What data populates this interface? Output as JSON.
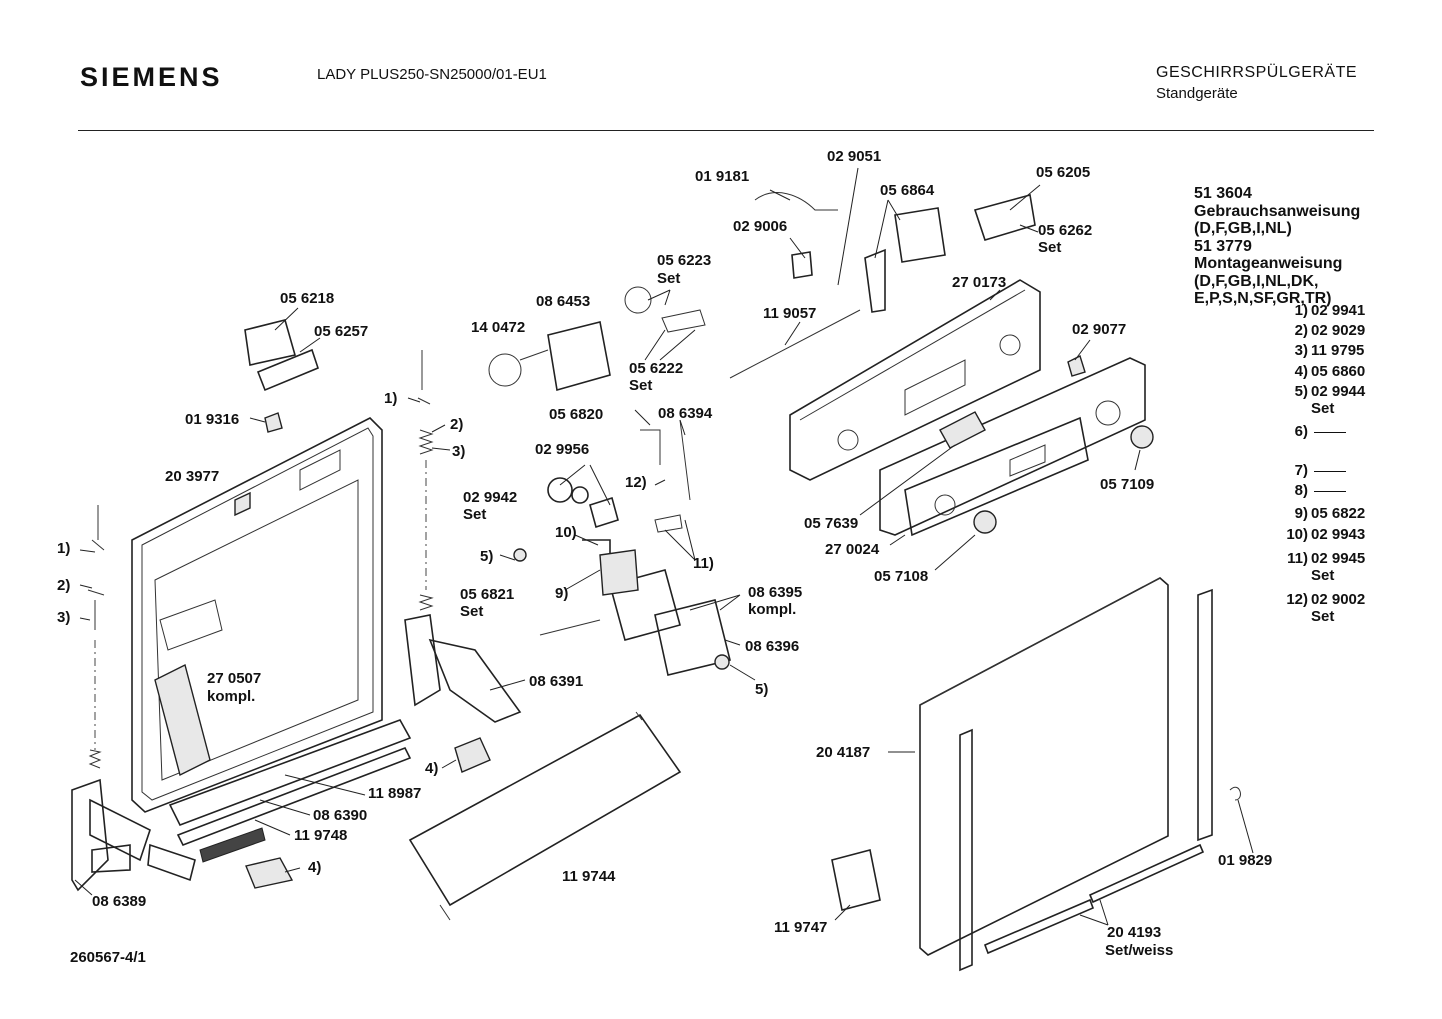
{
  "header": {
    "brand": "SIEMENS",
    "model": "LADY PLUS250-SN25000/01-EU1",
    "category": "GESCHIRRSPÜLGERÄTE",
    "subcategory": "Standgeräte"
  },
  "footer": {
    "drawing_number": "260567-4/1"
  },
  "documents": [
    "51 3604",
    "Gebrauchsanweisung",
    "(D,F,GB,I,NL)",
    "51 3779",
    "Montageanweisung",
    "(D,F,GB,I,NL,DK,",
    "E,P,S,N,SF,GR,TR)"
  ],
  "legend": [
    {
      "key": "1)",
      "value": "02 9941",
      "sub": ""
    },
    {
      "key": "2)",
      "value": "02 9029",
      "sub": ""
    },
    {
      "key": "3)",
      "value": "11 9795",
      "sub": ""
    },
    {
      "key": "4)",
      "value": "05 6860",
      "sub": ""
    },
    {
      "key": "5)",
      "value": "02 9944",
      "sub": "Set"
    },
    {
      "key": "6)",
      "value": "",
      "sub": ""
    },
    {
      "key": "7)",
      "value": "",
      "sub": ""
    },
    {
      "key": "8)",
      "value": "",
      "sub": ""
    },
    {
      "key": "9)",
      "value": "05 6822",
      "sub": ""
    },
    {
      "key": "10)",
      "value": "02 9943",
      "sub": ""
    },
    {
      "key": "11)",
      "value": "02 9945",
      "sub": "Set"
    },
    {
      "key": "12)",
      "value": "02 9002",
      "sub": "Set"
    }
  ],
  "callouts": {
    "c_029051": "02 9051",
    "c_019181": "01 9181",
    "c_029006": "02 9006",
    "c_056864": "05 6864",
    "c_056205": "05 6205",
    "c_056262": "05 6262",
    "c_056262_set": "Set",
    "c_056223": "05 6223",
    "c_056223_set": "Set",
    "c_086453": "08 6453",
    "c_140472": "14 0472",
    "c_056222": "05 6222",
    "c_056222_set": "Set",
    "c_119057": "11 9057",
    "c_270173": "27 0173",
    "c_029077": "02 9077",
    "c_056218": "05 6218",
    "c_056257": "05 6257",
    "c_1a": "1)",
    "c_2a": "2)",
    "c_3a": "3)",
    "c_019316": "01 9316",
    "c_203977": "20 3977",
    "c_056820": "05 6820",
    "c_086394": "08 6394",
    "c_029956": "02 9956",
    "c_12": "12)",
    "c_029942": "02 9942",
    "c_029942_set": "Set",
    "c_10": "10)",
    "c_5a": "5)",
    "c_9": "9)",
    "c_11": "11)",
    "c_057639": "05 7639",
    "c_270024": "27 0024",
    "c_057108": "05 7108",
    "c_057109": "05 7109",
    "c_1b": "1)",
    "c_2b": "2)",
    "c_3b": "3)",
    "c_056821": "05 6821",
    "c_056821_set": "Set",
    "c_086395": "08 6395",
    "c_086395_kompl": "kompl.",
    "c_086396": "08 6396",
    "c_5b": "5)",
    "c_086391": "08 6391",
    "c_270507": "27 0507",
    "c_270507_kompl": "kompl.",
    "c_4a": "4)",
    "c_118987": "11 8987",
    "c_086390": "08 6390",
    "c_119748": "11 9748",
    "c_4b": "4)",
    "c_086389": "08 6389",
    "c_119744": "11 9744",
    "c_204187": "20 4187",
    "c_119747": "11 9747",
    "c_204193": "20 4193",
    "c_204193_set": "Set/weiss",
    "c_019829": "01 9829"
  }
}
